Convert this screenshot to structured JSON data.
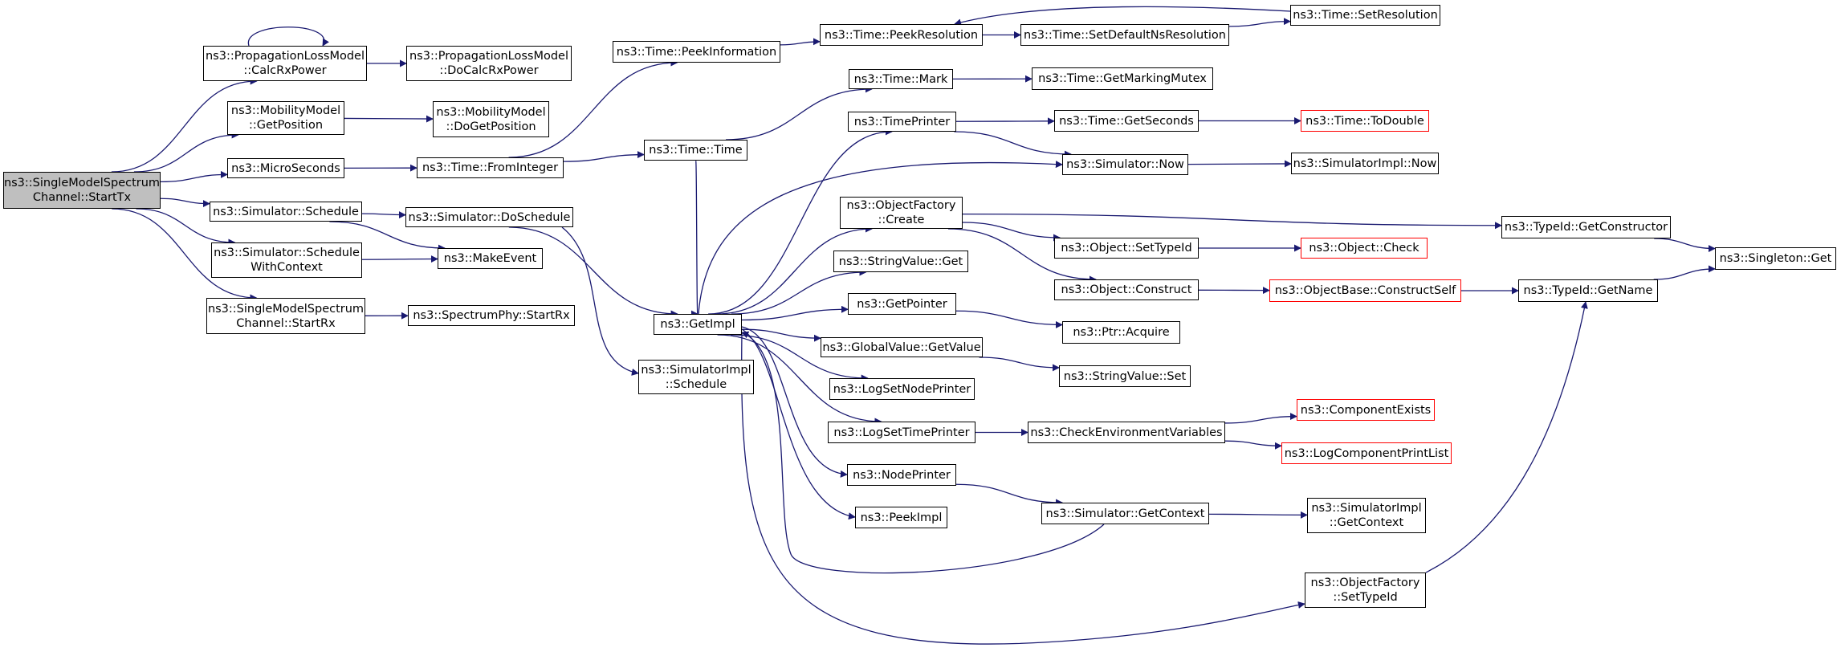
{
  "graph": {
    "nodes": [
      {
        "id": "root",
        "label": "ns3::SingleModelSpectrum\nChannel::StartTx",
        "style": "root"
      },
      {
        "id": "calcRx",
        "label": "ns3::PropagationLossModel\n::CalcRxPower"
      },
      {
        "id": "doCalcRx",
        "label": "ns3::PropagationLossModel\n::DoCalcRxPower"
      },
      {
        "id": "getPos",
        "label": "ns3::MobilityModel\n::GetPosition"
      },
      {
        "id": "doGetPos",
        "label": "ns3::MobilityModel\n::DoGetPosition"
      },
      {
        "id": "micro",
        "label": "ns3::MicroSeconds"
      },
      {
        "id": "fromInt",
        "label": "ns3::Time::FromInteger"
      },
      {
        "id": "schedule",
        "label": "ns3::Simulator::Schedule"
      },
      {
        "id": "doSchedule",
        "label": "ns3::Simulator::DoSchedule"
      },
      {
        "id": "schedWC",
        "label": "ns3::Simulator::Schedule\nWithContext"
      },
      {
        "id": "makeEvent",
        "label": "ns3::MakeEvent"
      },
      {
        "id": "startRx",
        "label": "ns3::SingleModelSpectrum\nChannel::StartRx"
      },
      {
        "id": "specStartRx",
        "label": "ns3::SpectrumPhy::StartRx"
      },
      {
        "id": "peekInfo",
        "label": "ns3::Time::PeekInformation"
      },
      {
        "id": "timeTime",
        "label": "ns3::Time::Time"
      },
      {
        "id": "getImpl",
        "label": "ns3::GetImpl"
      },
      {
        "id": "simImplSched",
        "label": "ns3::SimulatorImpl\n::Schedule"
      },
      {
        "id": "peekRes",
        "label": "ns3::Time::PeekResolution"
      },
      {
        "id": "setDefRes",
        "label": "ns3::Time::SetDefaultNsResolution"
      },
      {
        "id": "setRes",
        "label": "ns3::Time::SetResolution"
      },
      {
        "id": "mark",
        "label": "ns3::Time::Mark"
      },
      {
        "id": "markMutex",
        "label": "ns3::Time::GetMarkingMutex"
      },
      {
        "id": "timePrinter",
        "label": "ns3::TimePrinter"
      },
      {
        "id": "getSeconds",
        "label": "ns3::Time::GetSeconds"
      },
      {
        "id": "toDouble",
        "label": "ns3::Time::ToDouble",
        "style": "red"
      },
      {
        "id": "simNow",
        "label": "ns3::Simulator::Now"
      },
      {
        "id": "simImplNow",
        "label": "ns3::SimulatorImpl::Now"
      },
      {
        "id": "ofCreate",
        "label": "ns3::ObjectFactory\n::Create"
      },
      {
        "id": "getCtor",
        "label": "ns3::TypeId::GetConstructor"
      },
      {
        "id": "singletonGet",
        "label": "ns3::Singleton::Get"
      },
      {
        "id": "setTypeId",
        "label": "ns3::Object::SetTypeId"
      },
      {
        "id": "objCheck",
        "label": "ns3::Object::Check",
        "style": "red"
      },
      {
        "id": "strValGet",
        "label": "ns3::StringValue::Get"
      },
      {
        "id": "objConstruct",
        "label": "ns3::Object::Construct"
      },
      {
        "id": "constructSelf",
        "label": "ns3::ObjectBase::ConstructSelf",
        "style": "red"
      },
      {
        "id": "getName",
        "label": "ns3::TypeId::GetName"
      },
      {
        "id": "getPointer",
        "label": "ns3::GetPointer"
      },
      {
        "id": "ptrAcquire",
        "label": "ns3::Ptr::Acquire"
      },
      {
        "id": "gvGetValue",
        "label": "ns3::GlobalValue::GetValue"
      },
      {
        "id": "strValSet",
        "label": "ns3::StringValue::Set"
      },
      {
        "id": "logNodePrinter",
        "label": "ns3::LogSetNodePrinter"
      },
      {
        "id": "logTimePrinter",
        "label": "ns3::LogSetTimePrinter"
      },
      {
        "id": "checkEnv",
        "label": "ns3::CheckEnvironmentVariables"
      },
      {
        "id": "compExists",
        "label": "ns3::ComponentExists",
        "style": "red"
      },
      {
        "id": "logCompList",
        "label": "ns3::LogComponentPrintList",
        "style": "red"
      },
      {
        "id": "nodePrinter",
        "label": "ns3::NodePrinter"
      },
      {
        "id": "getContext",
        "label": "ns3::Simulator::GetContext"
      },
      {
        "id": "simImplCtx",
        "label": "ns3::SimulatorImpl\n::GetContext"
      },
      {
        "id": "peekImpl",
        "label": "ns3::PeekImpl"
      },
      {
        "id": "ofSetTypeId",
        "label": "ns3::ObjectFactory\n::SetTypeId"
      }
    ],
    "edges": [
      {
        "from": "root",
        "to": "calcRx"
      },
      {
        "from": "root",
        "to": "getPos"
      },
      {
        "from": "root",
        "to": "micro"
      },
      {
        "from": "root",
        "to": "schedule"
      },
      {
        "from": "root",
        "to": "schedWC"
      },
      {
        "from": "root",
        "to": "startRx"
      },
      {
        "from": "calcRx",
        "to": "calcRx"
      },
      {
        "from": "calcRx",
        "to": "doCalcRx"
      },
      {
        "from": "getPos",
        "to": "doGetPos"
      },
      {
        "from": "micro",
        "to": "fromInt"
      },
      {
        "from": "fromInt",
        "to": "peekInfo"
      },
      {
        "from": "fromInt",
        "to": "timeTime"
      },
      {
        "from": "peekInfo",
        "to": "peekRes"
      },
      {
        "from": "peekRes",
        "to": "setDefRes"
      },
      {
        "from": "setDefRes",
        "to": "setRes"
      },
      {
        "from": "setRes",
        "to": "peekRes"
      },
      {
        "from": "timeTime",
        "to": "mark"
      },
      {
        "from": "mark",
        "to": "markMutex"
      },
      {
        "from": "timeTime",
        "to": "getImpl"
      },
      {
        "from": "schedule",
        "to": "doSchedule"
      },
      {
        "from": "schedule",
        "to": "makeEvent"
      },
      {
        "from": "schedWC",
        "to": "makeEvent"
      },
      {
        "from": "doSchedule",
        "to": "getImpl"
      },
      {
        "from": "doSchedule",
        "to": "simImplSched"
      },
      {
        "from": "startRx",
        "to": "specStartRx"
      },
      {
        "from": "getImpl",
        "to": "timePrinter"
      },
      {
        "from": "getImpl",
        "to": "simNow"
      },
      {
        "from": "getImpl",
        "to": "ofCreate"
      },
      {
        "from": "getImpl",
        "to": "strValGet"
      },
      {
        "from": "getImpl",
        "to": "getPointer"
      },
      {
        "from": "getImpl",
        "to": "gvGetValue"
      },
      {
        "from": "getImpl",
        "to": "logNodePrinter"
      },
      {
        "from": "getImpl",
        "to": "logTimePrinter"
      },
      {
        "from": "getImpl",
        "to": "nodePrinter"
      },
      {
        "from": "getImpl",
        "to": "peekImpl"
      },
      {
        "from": "getImpl",
        "to": "ofSetTypeId"
      },
      {
        "from": "timePrinter",
        "to": "getSeconds"
      },
      {
        "from": "timePrinter",
        "to": "simNow"
      },
      {
        "from": "getSeconds",
        "to": "toDouble"
      },
      {
        "from": "simNow",
        "to": "simImplNow"
      },
      {
        "from": "ofCreate",
        "to": "getCtor"
      },
      {
        "from": "ofCreate",
        "to": "setTypeId"
      },
      {
        "from": "ofCreate",
        "to": "objConstruct"
      },
      {
        "from": "getCtor",
        "to": "singletonGet"
      },
      {
        "from": "setTypeId",
        "to": "objCheck"
      },
      {
        "from": "objConstruct",
        "to": "constructSelf"
      },
      {
        "from": "constructSelf",
        "to": "getName"
      },
      {
        "from": "getName",
        "to": "singletonGet"
      },
      {
        "from": "getPointer",
        "to": "ptrAcquire"
      },
      {
        "from": "gvGetValue",
        "to": "strValSet"
      },
      {
        "from": "logTimePrinter",
        "to": "checkEnv"
      },
      {
        "from": "checkEnv",
        "to": "compExists"
      },
      {
        "from": "checkEnv",
        "to": "logCompList"
      },
      {
        "from": "nodePrinter",
        "to": "getContext"
      },
      {
        "from": "getContext",
        "to": "simImplCtx"
      },
      {
        "from": "getContext",
        "to": "getImpl"
      },
      {
        "from": "ofSetTypeId",
        "to": "getName"
      }
    ],
    "colors": {
      "edge": "#191970",
      "node_border": "#000000",
      "highlight_border": "#ff0000",
      "root_fill": "#bfbfbf"
    }
  }
}
